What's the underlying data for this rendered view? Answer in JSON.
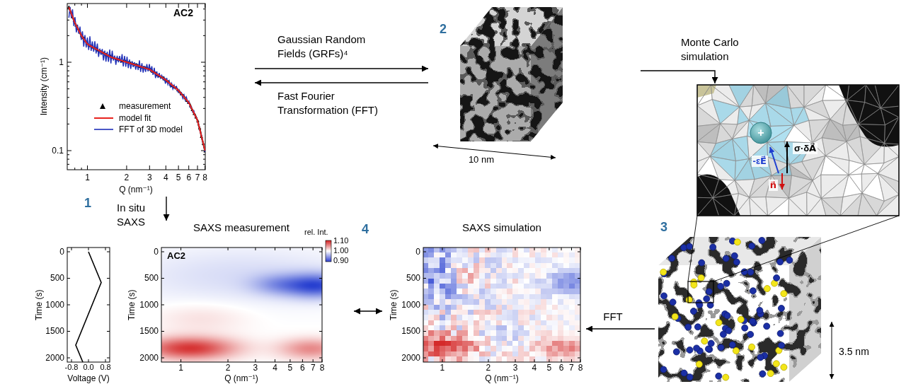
{
  "diagram": {
    "nodes": [
      {
        "text": [
          "AC2"
        ]
      },
      {
        "text": [
          "10 nm"
        ]
      },
      {
        "text": [
          "3.5 nm"
        ]
      },
      {
        "text": [
          "SAXS measurement",
          "AC2"
        ]
      },
      {
        "text": [
          "Voltage (V)"
        ]
      },
      {
        "text": [
          "SAXS simulation"
        ]
      }
    ],
    "edges": [
      {
        "from": 0,
        "to": 1,
        "arrow": "to",
        "label": "Gaussian Random Fields (GRFs)⁴"
      },
      {
        "from": 1,
        "to": 0,
        "arrow": "to",
        "label": "Fast Fourier Transformation (FFT)"
      },
      {
        "from": 1,
        "to": 2,
        "arrow": "to",
        "label": "Monte Carlo simulation"
      },
      {
        "from": 0,
        "to": 3,
        "arrow": "to",
        "label": "In situ SAXS"
      },
      {
        "from": 2,
        "to": 5,
        "arrow": "to",
        "label": "FFT"
      },
      {
        "from": 3,
        "to": 5,
        "arrow": "both"
      }
    ],
    "labels": [
      "Intensity (cm⁻¹)",
      "1",
      "0.1",
      "1",
      "2",
      "3",
      "4",
      "5",
      "6",
      "7",
      "8",
      "Q (nm⁻¹)",
      "1",
      "2",
      "3",
      "4",
      "0",
      "500",
      "1000",
      "1500",
      "2000",
      "Time (s)",
      "-0.8",
      "0.0",
      "0.8",
      "0",
      "500",
      "1000",
      "1500",
      "2000",
      "Time (s)",
      "1",
      "2",
      "3",
      "4",
      "5",
      "6",
      "7",
      "8",
      "Q (nm⁻¹)",
      "rel. Int.",
      "1.10",
      "1.00",
      "0.90",
      "0",
      "500",
      "1000",
      "1500",
      "2000",
      "Time (s)",
      "1",
      "2",
      "3",
      "4",
      "5",
      "6",
      "7",
      "8",
      "Q (nm⁻¹)",
      "+",
      "σ·δA⃗",
      "-εE⃗",
      "n⃗"
    ],
    "legend": [
      {
        "text": "measurement"
      },
      {
        "text": "model fit"
      },
      {
        "text": "FFT of 3D model"
      }
    ]
  }
}
